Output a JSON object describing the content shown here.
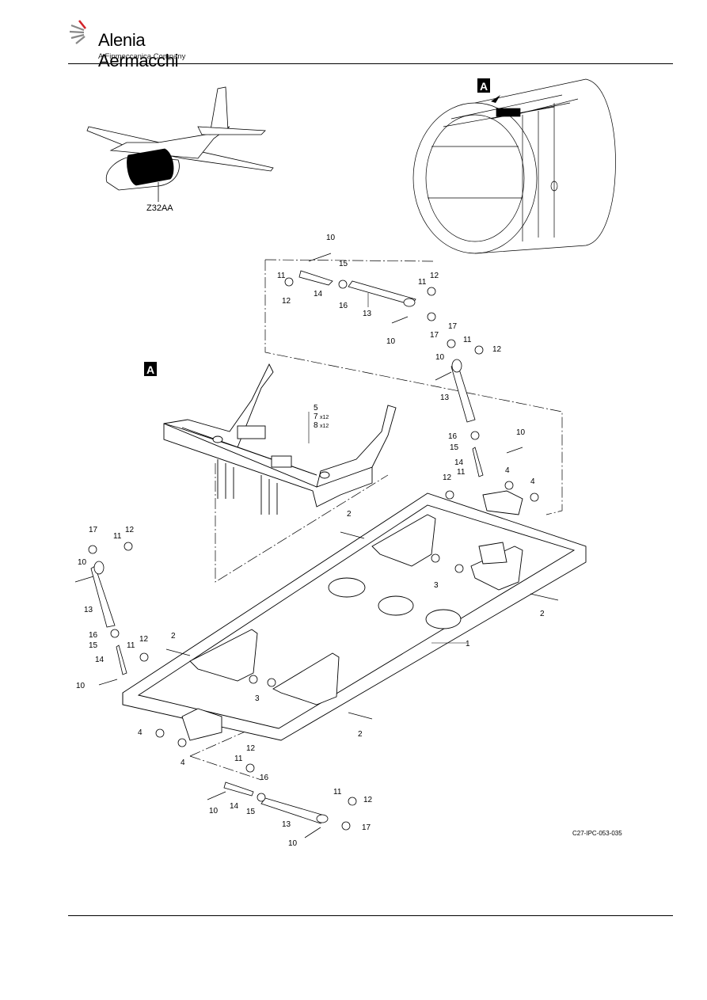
{
  "header": {
    "brand_name": "Alenia Aermacchi",
    "brand_subtitle": "A Finmeccanica Company",
    "brand_color": "#d2232a"
  },
  "figure": {
    "zone_label": "Z32AA",
    "view_label": "A",
    "figure_ref": "C27-IPC-053-035",
    "callouts": {
      "c1": "1",
      "c2": "2",
      "c3": "3",
      "c4": "4",
      "c5": "5",
      "c7": "7",
      "c8": "8",
      "c10": "10",
      "c11": "11",
      "c12": "12",
      "c13": "13",
      "c14": "14",
      "c15": "15",
      "c16": "16",
      "c17": "17",
      "qty12": "x12"
    }
  }
}
